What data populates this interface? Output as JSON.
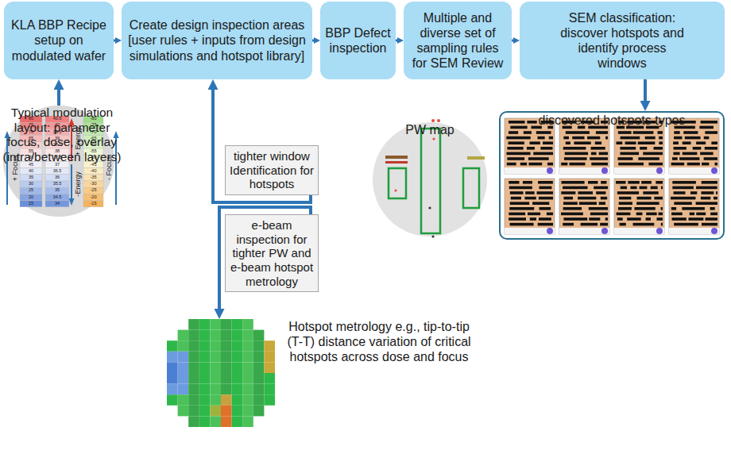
{
  "diagram": {
    "nodes": [
      {
        "text": [
          "KLA BBP Recipe setup on modulated wafer"
        ]
      },
      {
        "text": [
          "Create design inspection areas [user rules + inputs from design simulations and hotspot library]"
        ]
      },
      {
        "text": [
          "BBP Defect inspection"
        ]
      },
      {
        "text": [
          "Multiple and diverse set of sampling rules for SEM Review"
        ]
      },
      {
        "text": [
          "SEM classification: discover hotspots and identify process windows"
        ]
      },
      {
        "text": [
          "Typical modulation layout: parameter focus, dose, overlay (intra/between layers)"
        ]
      },
      {
        "text": [
          "tighter window Identification for hotspots"
        ]
      },
      {
        "text": [
          "e-beam inspection for tighter PW and e-beam hotspot metrology"
        ]
      },
      {
        "text": [
          "PW map"
        ]
      },
      {
        "text": [
          "discovered hotspots types"
        ]
      },
      {
        "text": [
          "Hotspot metrology e.g., tip-to-tip (T-T) distance variation of critical hotspots across dose and focus"
        ]
      }
    ],
    "edges": [
      {
        "from": 0,
        "to": 1,
        "arrow": "to"
      },
      {
        "from": 1,
        "to": 2,
        "arrow": "to"
      },
      {
        "from": 2,
        "to": 3,
        "arrow": "to"
      },
      {
        "from": 3,
        "to": 4,
        "arrow": "to"
      },
      {
        "from": 4,
        "to": 9,
        "arrow": "to"
      },
      {
        "from": 5,
        "to": 0,
        "arrow": "to"
      },
      {
        "from": 6,
        "to": 1,
        "arrow": "to"
      },
      {
        "from": 7,
        "to": 10,
        "arrow": "to"
      }
    ],
    "labels": [
      "+ Focus",
      "+ Energy",
      "-Energy",
      "- Focus",
      "80",
      "75",
      "70",
      "65",
      "60",
      "55",
      "50",
      "45",
      "40",
      "35",
      "30",
      "25",
      "20",
      "15",
      "40.5",
      "40",
      "39.5",
      "39",
      "38.5",
      "38",
      "37.5",
      "37",
      "36.5",
      "36",
      "35.5",
      "35",
      "34.5",
      "34",
      "-80",
      "-75",
      "-70",
      "-65",
      "-60",
      "-55",
      "-50",
      "-45",
      "-40",
      "-35",
      "-30",
      "-25",
      "-20",
      "-15"
    ]
  }
}
